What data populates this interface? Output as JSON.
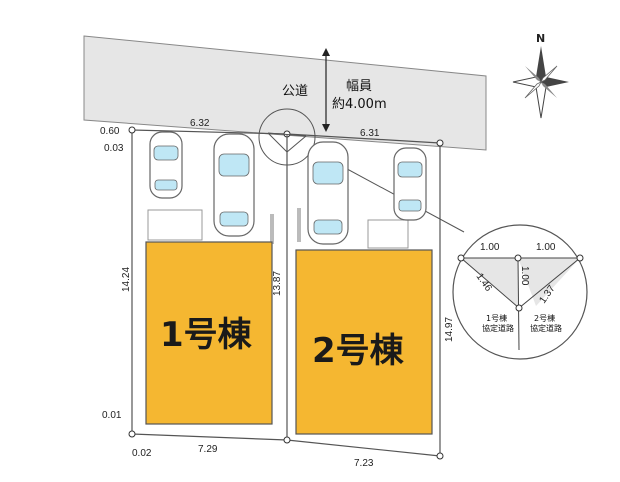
{
  "road": {
    "label": "公道",
    "width_label": "幅員",
    "width_value": "約4.00m"
  },
  "compass": {
    "north": "N"
  },
  "buildings": [
    {
      "label": "1号棟",
      "color": "#f5b731"
    },
    {
      "label": "2号棟",
      "color": "#f5b731"
    }
  ],
  "dimensions": {
    "top_left": "6.32",
    "top_right": "6.31",
    "top_corner_1": "0.60",
    "top_corner_2": "0.03",
    "left_side": "14.24",
    "middle": "13.87",
    "right_side": "14.97",
    "bottom_corner_1": "0.01",
    "bottom_corner_2": "0.02",
    "bottom_left": "7.29",
    "bottom_right": "7.23"
  },
  "detail": {
    "top_left": "1.00",
    "top_right": "1.00",
    "diag_left": "1.46",
    "vertical": "1.00",
    "diag_right": "1.37",
    "label_1": "1号棟",
    "label_1b": "協定道路",
    "label_2": "2号棟",
    "label_2b": "協定道路"
  },
  "colors": {
    "road": "#e6e6e6",
    "building": "#f5b731",
    "line": "#555555"
  }
}
